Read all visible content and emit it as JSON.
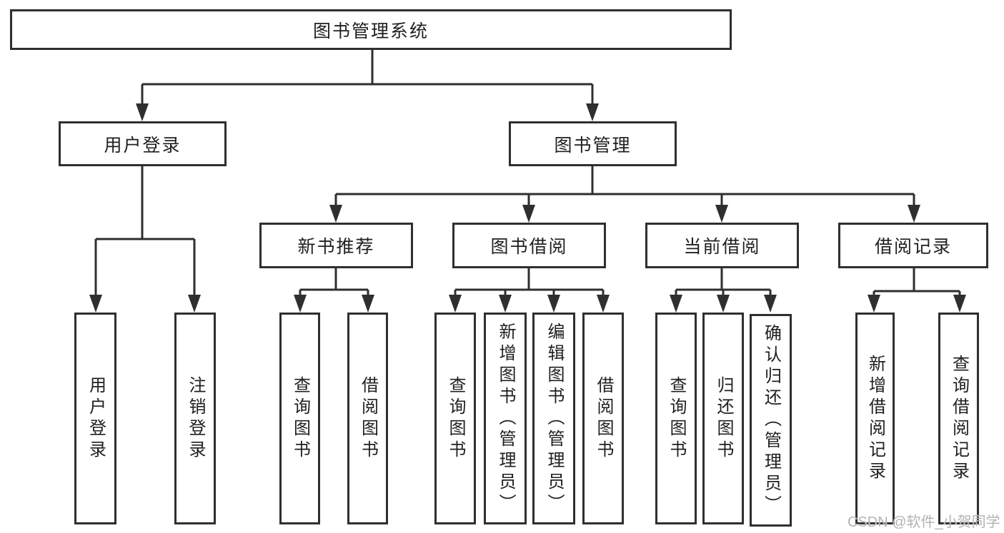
{
  "tree": {
    "root": "图书管理系统",
    "branches": [
      {
        "label": "用户登录",
        "leaves": [
          "用户登录",
          "注销登录"
        ]
      },
      {
        "label": "图书管理",
        "groups": [
          {
            "label": "新书推荐",
            "leaves": [
              "查询图书",
              "借阅图书"
            ]
          },
          {
            "label": "图书借阅",
            "leaves": [
              "查询图书",
              "新增图书（管理员）",
              "编辑图书（管理员）",
              "借阅图书"
            ]
          },
          {
            "label": "当前借阅",
            "leaves": [
              "查询图书",
              "归还图书",
              "确认归还（管理员）"
            ]
          },
          {
            "label": "借阅记录",
            "leaves": [
              "新增借阅记录",
              "查询借阅记录"
            ]
          }
        ]
      }
    ]
  },
  "watermark": "CSDN @软件_小贺同学",
  "colors": {
    "line": "#2f2f2f",
    "box_border": "#2f2f2f",
    "text": "#1f1f1f",
    "watermark": "#b3b3b3",
    "background": "#ffffff"
  }
}
